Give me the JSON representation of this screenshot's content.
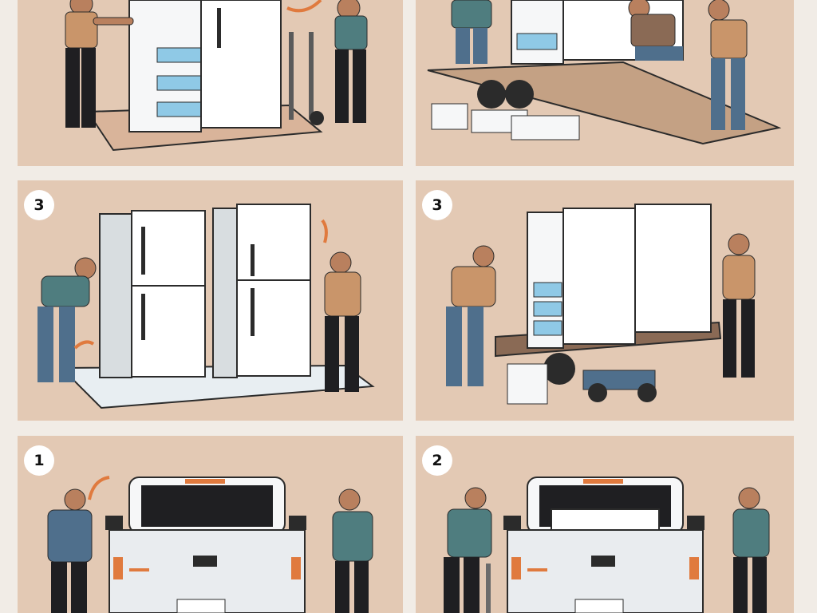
{
  "colors": {
    "background": "#f1ece6",
    "panel": "#e3c9b4",
    "fridge": "#f6f7f8",
    "outline": "#2b2b2b",
    "shirt_teal": "#4f7d7f",
    "shirt_tan": "#c9956a",
    "pants_blue": "#4f6f8c",
    "pants_black": "#1f1f22",
    "arrow": "#e07a3e",
    "drawer": "#8fc9e6",
    "truck": "#e9ecef"
  },
  "panels": [
    {
      "id": "moving-fridge-to-hand-truck",
      "step_label": ""
    },
    {
      "id": "loading-fridge-up-ramp",
      "step_label": ""
    },
    {
      "id": "positioning-two-fridges",
      "step_label": "3"
    },
    {
      "id": "fridge-on-trailer-with-dolly",
      "step_label": "3"
    },
    {
      "id": "truck-tailgate-empty",
      "step_label": "1"
    },
    {
      "id": "truck-bed-loaded",
      "step_label": "2"
    }
  ],
  "icons": {
    "arrow": "curved-arrow-icon",
    "step": "step-number-badge"
  }
}
